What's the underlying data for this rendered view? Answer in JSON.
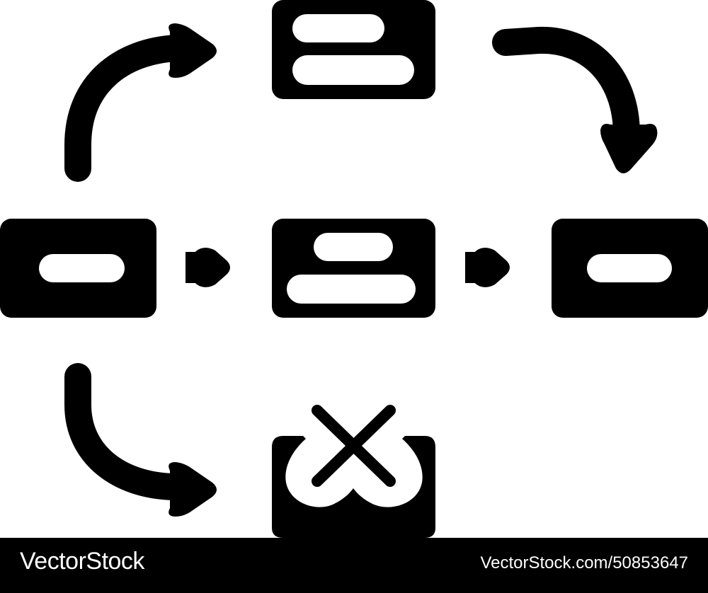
{
  "colors": {
    "ink": "#000000",
    "background": "#ffffff",
    "footer_text": "#ffffff"
  },
  "diagram": {
    "nodes": [
      {
        "id": "top",
        "icon": "two-line-card-icon"
      },
      {
        "id": "left",
        "icon": "single-line-card-icon"
      },
      {
        "id": "center",
        "icon": "two-line-card-icon"
      },
      {
        "id": "right",
        "icon": "single-line-card-icon"
      },
      {
        "id": "bottom",
        "icon": "rejected-tray-icon"
      }
    ],
    "edges": [
      {
        "from": "left",
        "to": "top",
        "style": "curved-arrow"
      },
      {
        "from": "top",
        "to": "right",
        "style": "curved-arrow"
      },
      {
        "from": "left",
        "to": "center",
        "style": "small-arrow"
      },
      {
        "from": "center",
        "to": "right",
        "style": "small-arrow"
      },
      {
        "from": "left",
        "to": "bottom",
        "style": "curved-arrow"
      }
    ]
  },
  "footer": {
    "brand": "VectorStock",
    "image_id": "VectorStock.com/50853647"
  }
}
